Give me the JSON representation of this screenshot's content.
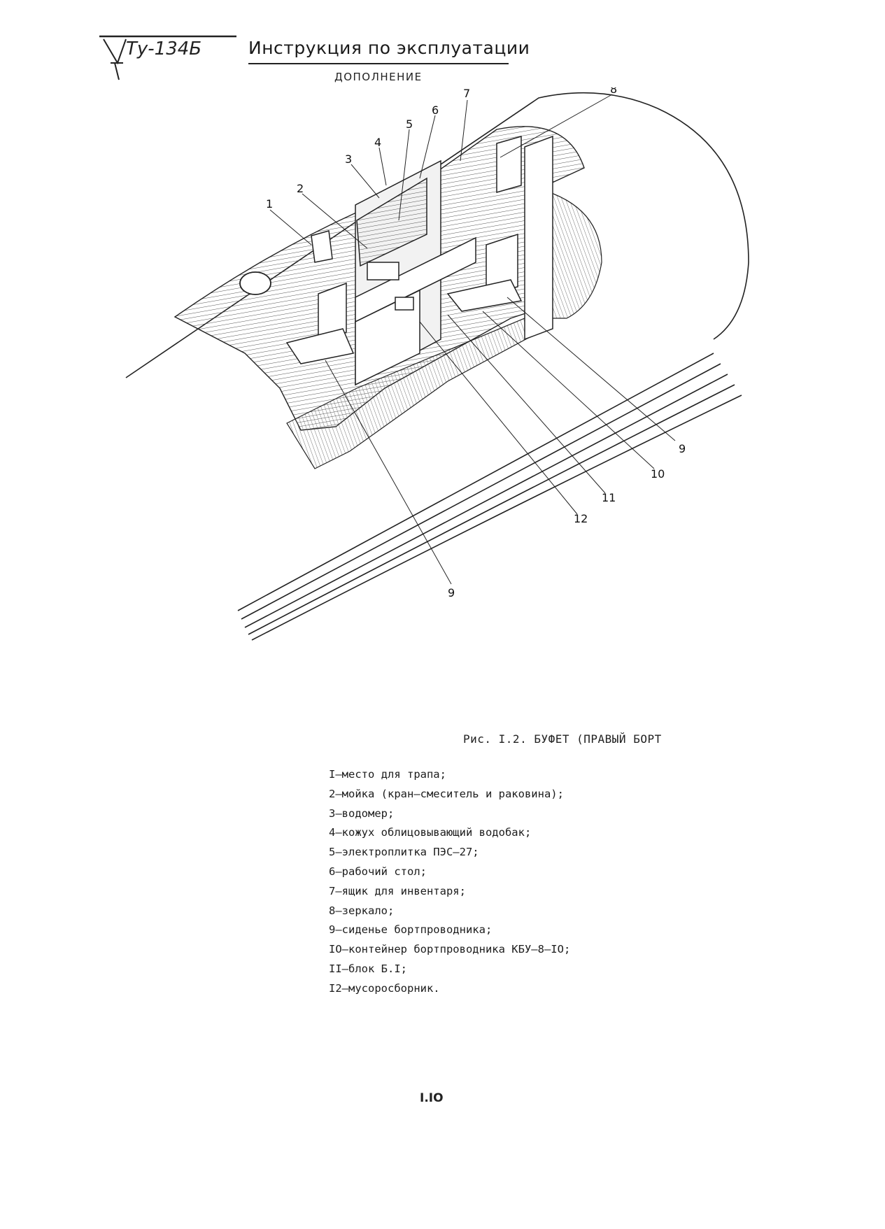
{
  "header": {
    "logo_text": "Ту-134Б",
    "title": "Инструкция по эксплуатации",
    "subtitle": "ДОПОЛНЕНИЕ"
  },
  "figure": {
    "callouts": [
      "1",
      "2",
      "3",
      "4",
      "5",
      "6",
      "7",
      "8",
      "9",
      "10",
      "11",
      "12",
      "9"
    ],
    "caption": "Рис. I.2. БУФЕТ (ПРАВЫЙ БОРТ"
  },
  "legend": [
    "I–место для трапа;",
    "2–мойка (кран–смеситель и раковина);",
    "3–водомер;",
    "4–кожух облицовывающий водобак;",
    "5–электроплитка ПЭС–27;",
    "6–рабочий стол;",
    "7–ящик для инвентаря;",
    "8–зеркало;",
    "9–сиденье бортпроводника;",
    "IO–контейнер бортпроводника КБУ–8–IO;",
    "II–блок Б.I;",
    "I2–мусоросборник."
  ],
  "footer": {
    "page_number": "I.IO"
  }
}
